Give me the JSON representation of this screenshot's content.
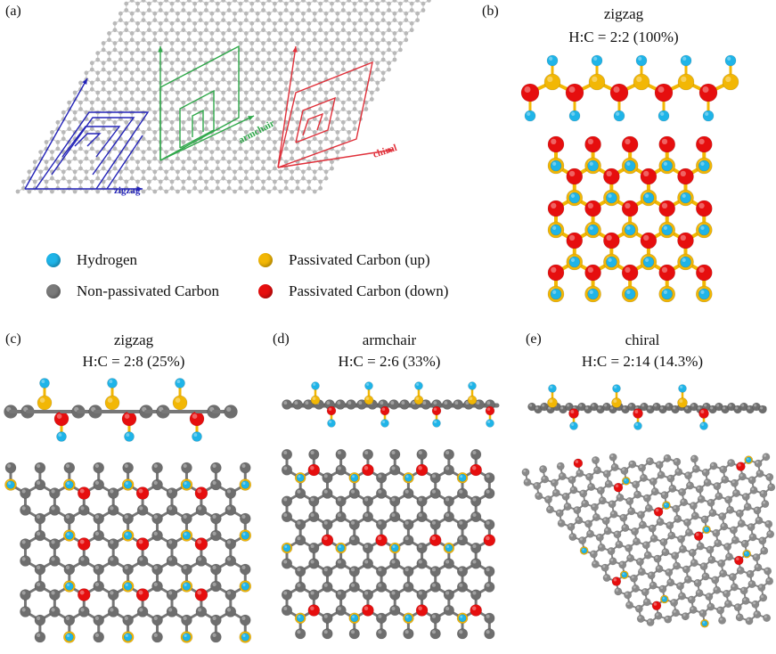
{
  "panels": {
    "a": {
      "label": "(a)",
      "zigzag_label": "zigzag",
      "armchair_label": "armchair",
      "chiral_label": "chiral"
    },
    "b": {
      "label": "(b)",
      "title": "zigzag",
      "ratio": "H:C = 2:2 (100%)"
    },
    "c": {
      "label": "(c)",
      "title": "zigzag",
      "ratio": "H:C = 2:8 (25%)"
    },
    "d": {
      "label": "(d)",
      "title": "armchair",
      "ratio": "H:C = 2:6 (33%)"
    },
    "e": {
      "label": "(e)",
      "title": "chiral",
      "ratio": "H:C = 2:14 (14.3%)"
    }
  },
  "legend": {
    "hydrogen": "Hydrogen",
    "non_passivated": "Non-passivated Carbon",
    "passivated_up": "Passivated Carbon (up)",
    "passivated_down": "Passivated Carbon (down)"
  },
  "colors": {
    "hydrogen": "#1fb4e8",
    "carbon": "#6e6e6e",
    "carbon_light": "#b9b9b9",
    "up": "#f2b705",
    "down": "#e60e0e",
    "zigzag_path": "#2323b8",
    "armchair_path": "#2fa84a",
    "chiral_path": "#e0303a"
  }
}
